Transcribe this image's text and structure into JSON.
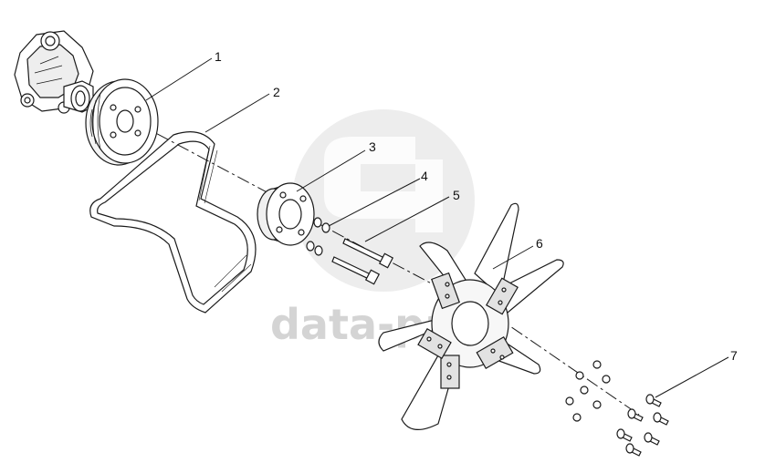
{
  "diagram": {
    "callouts": [
      {
        "id": "1",
        "label": "1"
      },
      {
        "id": "2",
        "label": "2"
      },
      {
        "id": "3",
        "label": "3"
      },
      {
        "id": "4",
        "label": "4"
      },
      {
        "id": "5",
        "label": "5"
      },
      {
        "id": "6",
        "label": "6"
      },
      {
        "id": "7",
        "label": "7"
      }
    ],
    "watermark": {
      "text": "data-pa"
    },
    "colors": {
      "line": "#1a1a1a",
      "fill": "#ffffff",
      "watermark": "#d9d9d9"
    }
  }
}
